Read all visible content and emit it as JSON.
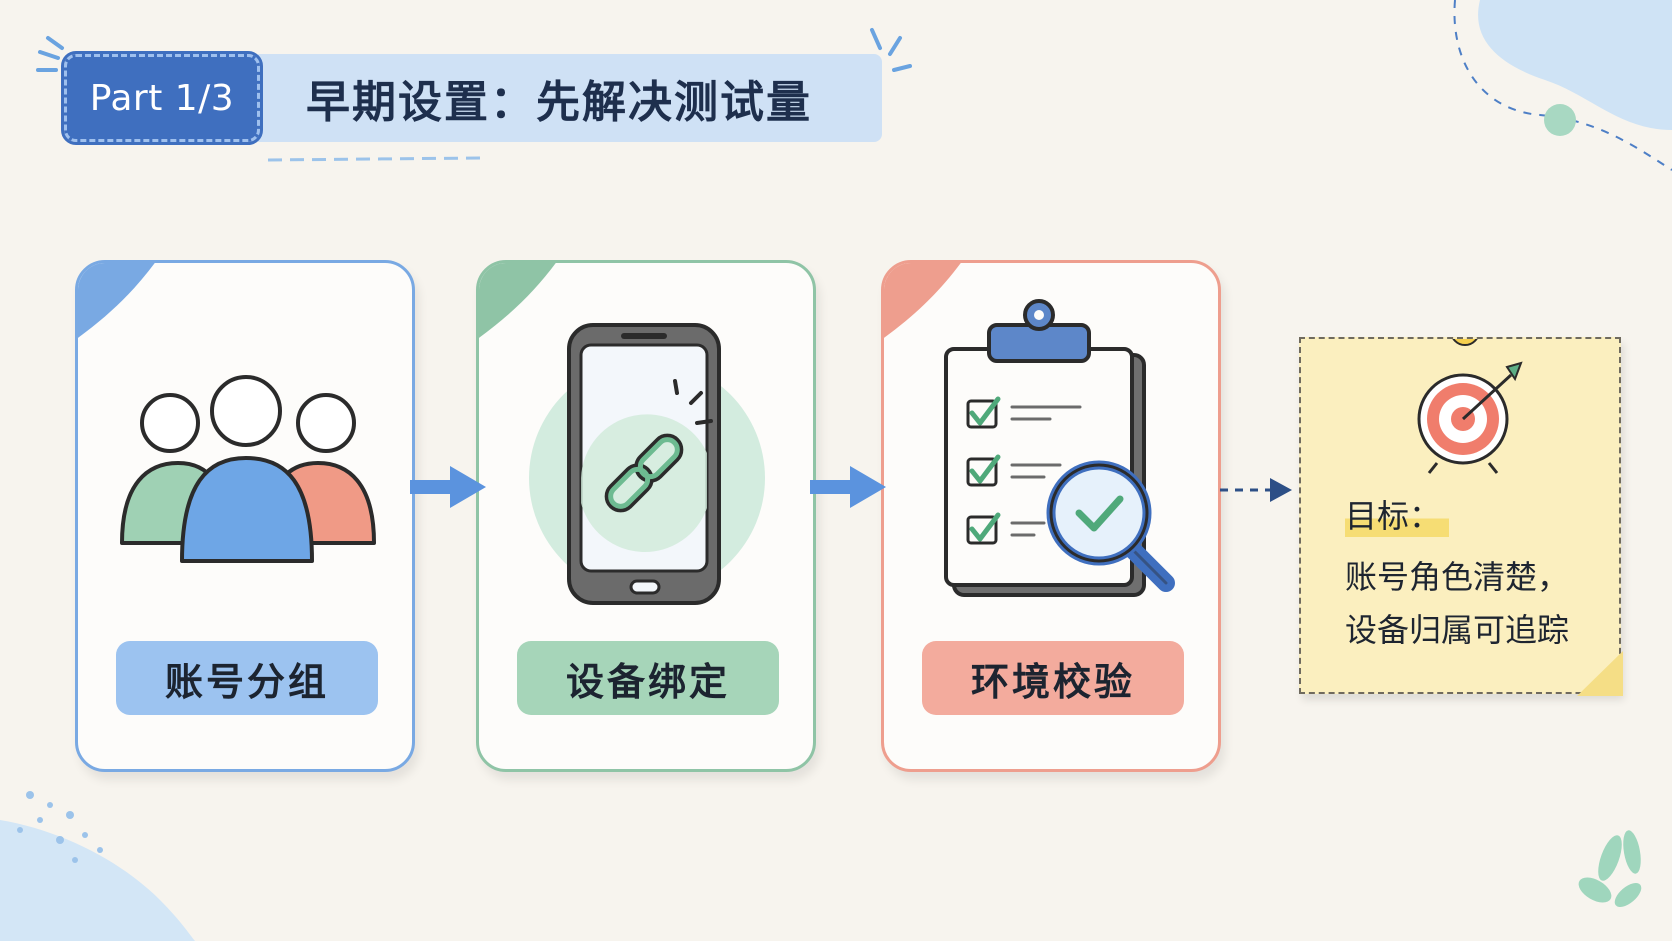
{
  "header": {
    "part_label": "Part 1/3",
    "title": "早期设置：先解决测试量"
  },
  "steps": [
    {
      "label": "账号分组",
      "icon": "people-group-icon",
      "color": "#79a9e3"
    },
    {
      "label": "设备绑定",
      "icon": "phone-link-icon",
      "color": "#8fc4a6"
    },
    {
      "label": "环境校验",
      "icon": "clipboard-check-icon",
      "color": "#ee9e8e"
    }
  ],
  "goal": {
    "title": "目标：",
    "lines": [
      "账号角色清楚，",
      "设备归属可追踪"
    ],
    "icon": "target-icon"
  },
  "colors": {
    "background": "#f7f4ee",
    "accent_blue": "#3f6fbf",
    "note_yellow": "#fbefbf"
  }
}
